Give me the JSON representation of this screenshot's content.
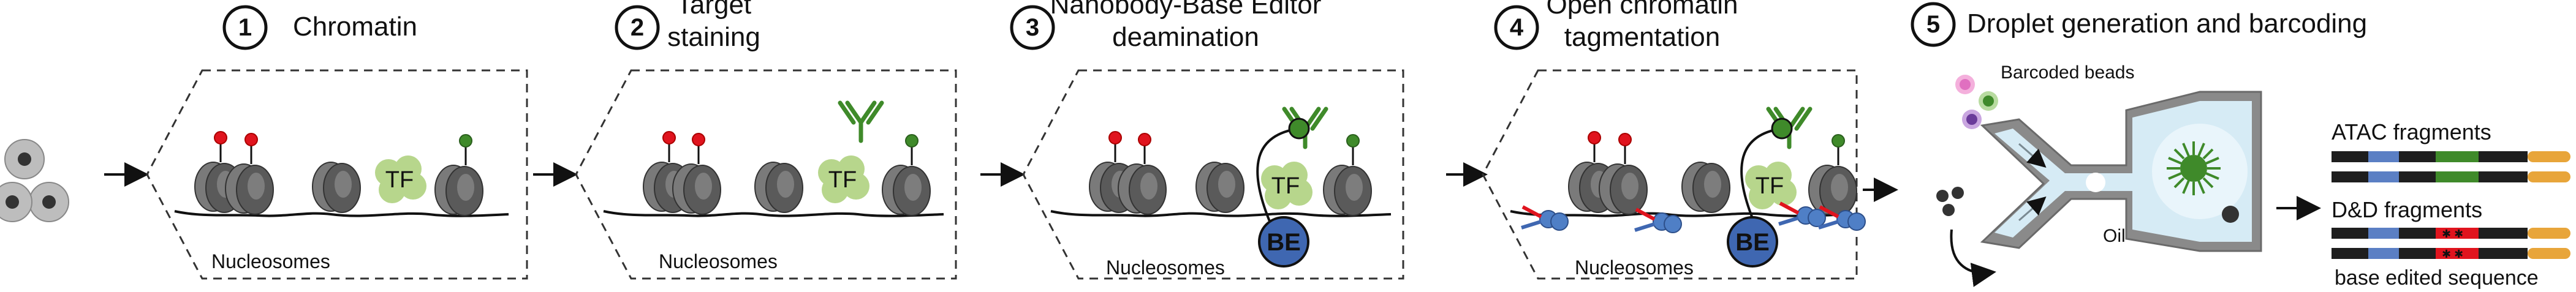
{
  "steps": [
    {
      "number": "1",
      "title_lines": [
        "Chromatin"
      ],
      "caption": "Nucleosomes"
    },
    {
      "number": "2",
      "title_lines": [
        "Target",
        "staining"
      ],
      "caption": "Nucleosomes"
    },
    {
      "number": "3",
      "title_lines": [
        "Nanobody-Base Editor",
        "deamination"
      ],
      "caption": "Nucleosomes"
    },
    {
      "number": "4",
      "title_lines": [
        "Open chromatin",
        "tagmentation"
      ],
      "caption": "Nucleosomes"
    },
    {
      "number": "5",
      "title_lines": [
        "Droplet generation and barcoding"
      ]
    }
  ],
  "labels": {
    "tf": "TF",
    "be": "BE",
    "barcoded_beads": "Barcoded beads",
    "oil": "Oil",
    "atac_fragments": "ATAC fragments",
    "dd_fragments": "D&D fragments",
    "base_edited_sequence": "base edited sequence"
  },
  "colors": {
    "nucleosome": "#6f6f6f",
    "nucleosome_front": "#4b4b4b",
    "histone_mark": "#e0141e",
    "tf_mark": "#3f8a2a",
    "tf_blob": "#b7d68c",
    "antibody": "#3f8a2a",
    "base_editor": "#3f67b1",
    "tn5": "#4f7fc6",
    "droplet_channel": "#d6ebf5",
    "chip_border": "#7a7a7a",
    "fragment_black": "#1e1e1e",
    "fragment_blue": "#5b7fc4",
    "fragment_green": "#3f8a2a",
    "fragment_yellow": "#e8a53a",
    "fragment_red": "#e0141e"
  }
}
